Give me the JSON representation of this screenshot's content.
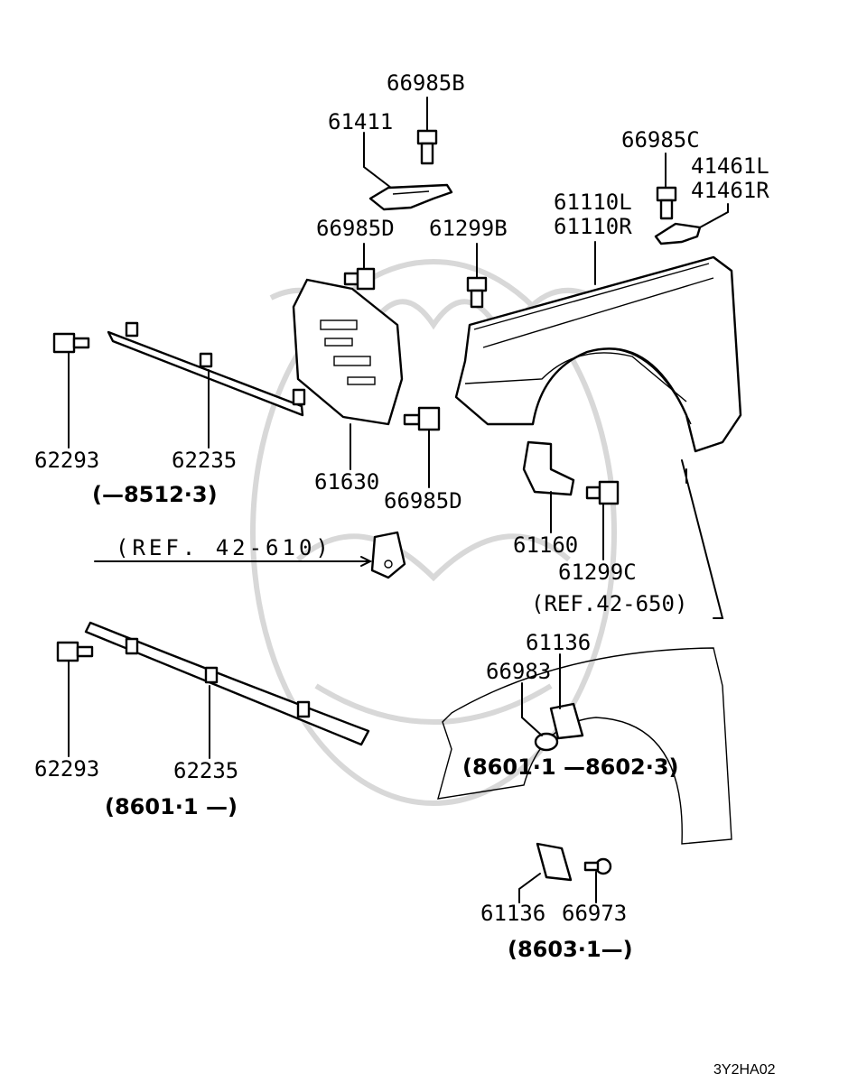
{
  "diagram": {
    "code": "3Y2HA02",
    "parts": {
      "p66985B": "66985B",
      "p61411": "61411",
      "p66985C": "66985C",
      "p41461L": "41461L",
      "p41461R": "41461R",
      "p61110L": "61110L",
      "p61110R": "61110R",
      "p66985D_top": "66985D",
      "p61299B": "61299B",
      "p62293_a": "62293",
      "p62235_a": "62235",
      "p61630": "61630",
      "p66985D_bot": "66985D",
      "p61160": "61160",
      "p61299C": "61299C",
      "p61136_a": "61136",
      "p66983": "66983",
      "p62293_b": "62293",
      "p62235_b": "62235",
      "p61136_b": "61136",
      "p66973": "66973"
    },
    "references": {
      "ref_42_610": "(REF. 42-610)",
      "ref_42_650": "(REF.42-650)"
    },
    "date_notes": {
      "n1": "(—8512·3)",
      "n2": "(8601·1 —)",
      "n3": "(8601·1 —8602·3)",
      "n4": "(8603·1—)"
    }
  }
}
